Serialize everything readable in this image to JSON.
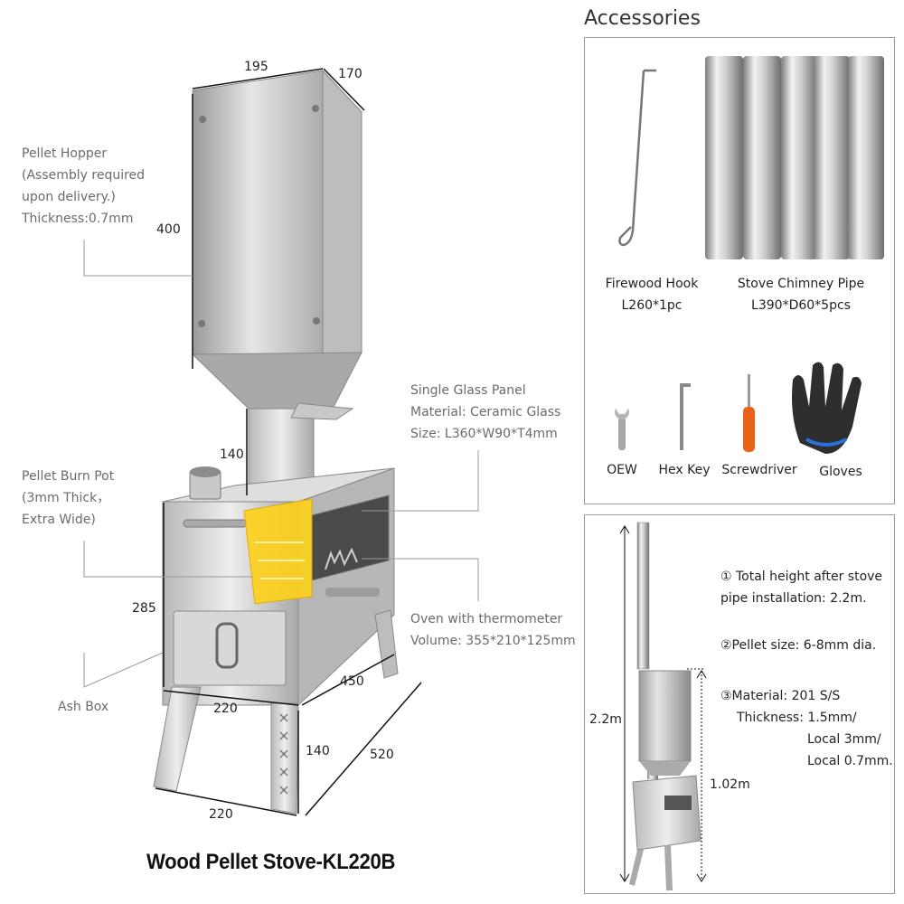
{
  "dims": {
    "w195": "195",
    "w170": "170",
    "h400": "400",
    "h140a": "140",
    "h285": "285",
    "w220a": "220",
    "w450": "450",
    "h140b": "140",
    "w520": "520",
    "w220b": "220"
  },
  "labels": {
    "hopper": [
      "Pellet Hopper",
      "(Assembly required",
      "upon delivery.)",
      "Thickness:0.7mm"
    ],
    "burnpot": [
      "Pellet Burn Pot",
      "(3mm Thick，",
      "Extra Wide)"
    ],
    "ashbox": "Ash Box",
    "glass": [
      "Single Glass Panel",
      "Material: Ceramic Glass",
      "Size: L360*W90*T4mm"
    ],
    "oven": [
      "Oven with thermometer",
      "Volume: 355*210*125mm"
    ]
  },
  "product_title": "Wood Pellet Stove-KL220B",
  "accessories": {
    "title": "Accessories",
    "hook": [
      "Firewood Hook",
      "L260*1pc"
    ],
    "pipe": [
      "Stove Chimney Pipe",
      "L390*D60*5pcs"
    ],
    "oew": "OEW",
    "hexkey": "Hex Key",
    "screwdriver": "Screwdriver",
    "gloves": "Gloves"
  },
  "specs": {
    "total_height": [
      "① Total height after stove",
      "pipe installation: 2.2m."
    ],
    "pellet_size": "②Pellet size: 6-8mm dia.",
    "material": [
      "③Material: 201 S/S",
      "Thickness: 1.5mm/",
      "Local 3mm/",
      "Local 0.7mm."
    ],
    "h_total": "2.2m",
    "h_body": "1.02m"
  }
}
